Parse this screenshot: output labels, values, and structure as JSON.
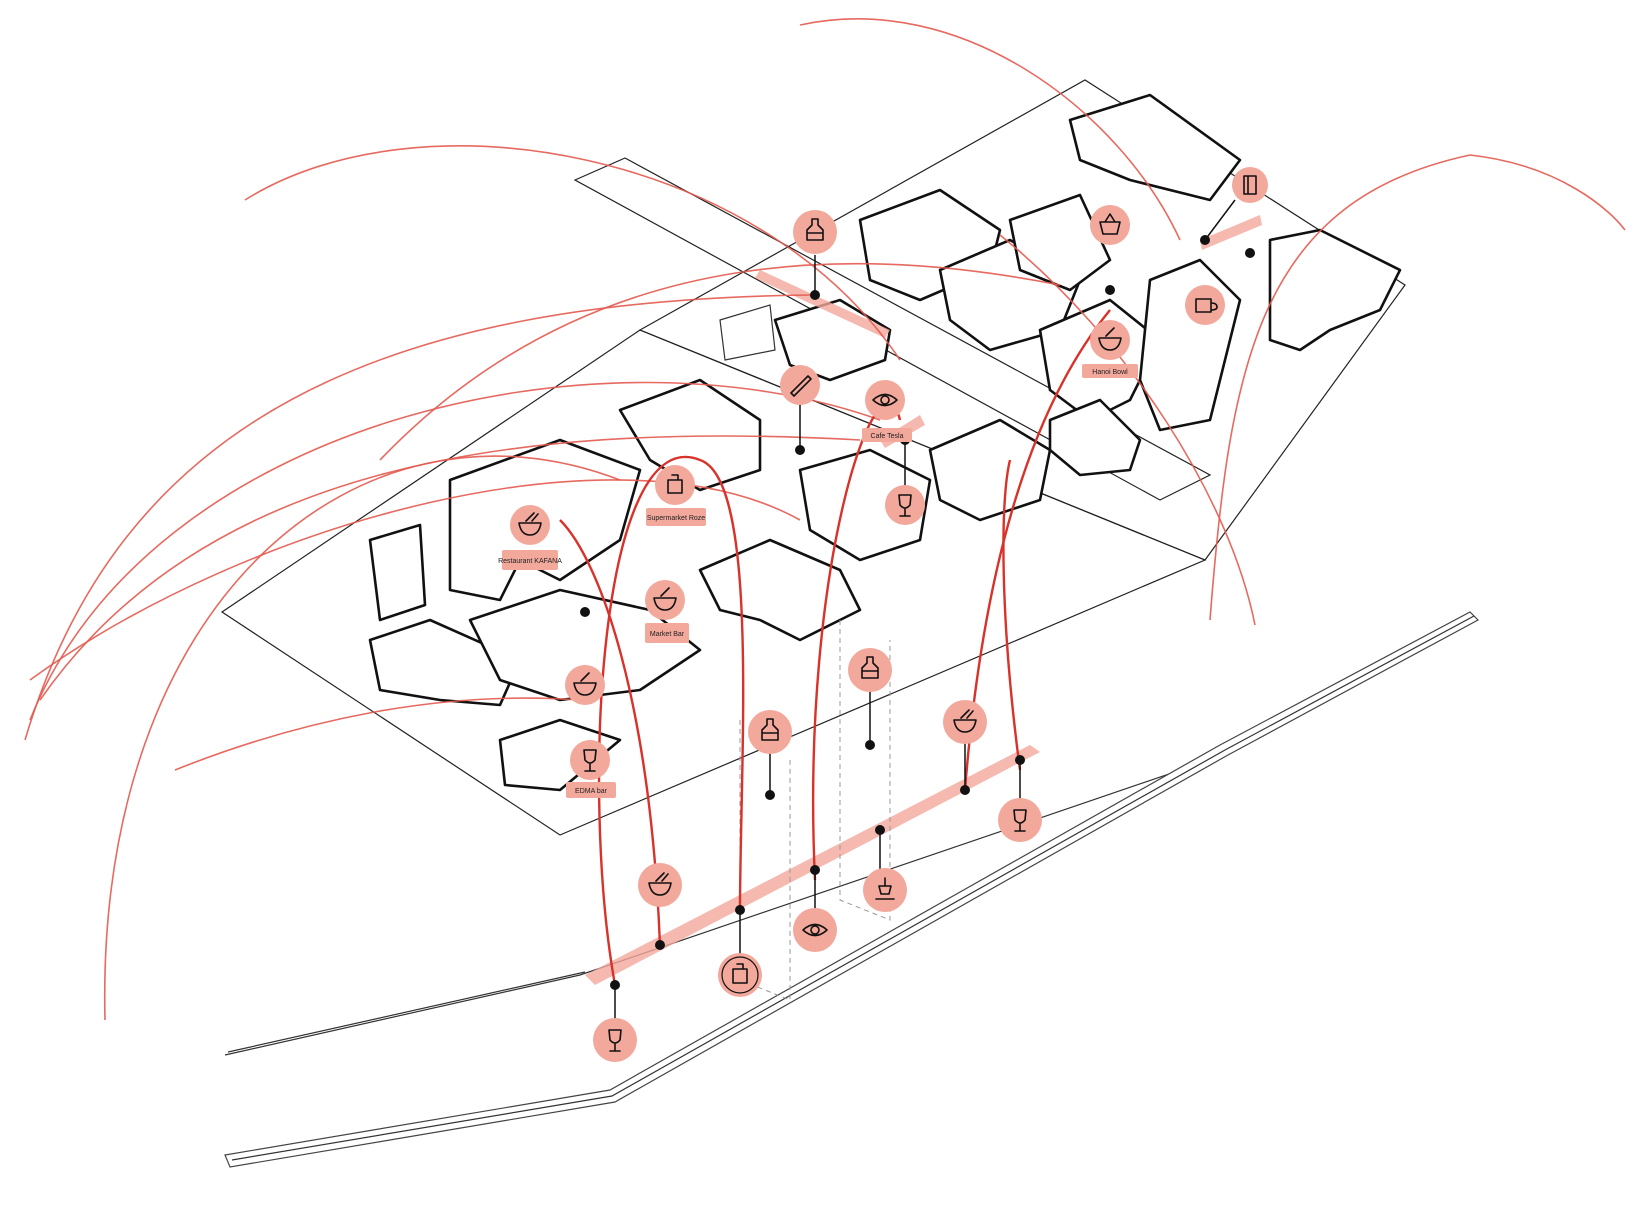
{
  "labels": {
    "restaurant": "Restaurant KAFANA",
    "supermarket": "Supermarket Roze",
    "market": "Market Bar",
    "cafe": "Cafe Tesla",
    "hotel": "Hanoi Bowl",
    "bar": "EDMA bar"
  },
  "icons": {
    "wine": "wine-glass-icon",
    "bowl": "bowl-icon",
    "paint": "paint-bucket-icon",
    "eye": "eye-icon",
    "cup": "coffee-cup-icon",
    "basket": "basket-icon",
    "device": "device-icon",
    "phone": "phone-icon",
    "pin": "pin-icon"
  },
  "colors": {
    "accent": "#f3a89c",
    "line": "#e35a4f",
    "ink": "#111111"
  }
}
